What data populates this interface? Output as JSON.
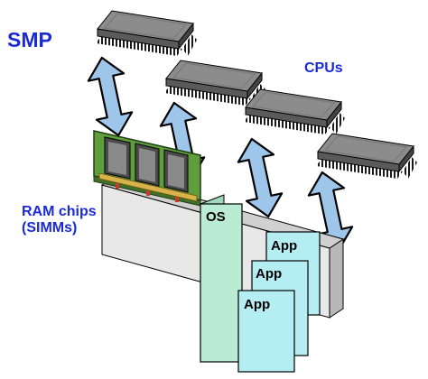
{
  "title": "SMP",
  "labels": {
    "cpus": "CPUs",
    "ram_line1": "RAM chips",
    "ram_line2": "(SIMMs)"
  },
  "modules": {
    "os": "OS",
    "app1": "App",
    "app2": "App",
    "app3": "App"
  },
  "colors": {
    "label_blue": "#1a2bd6",
    "cpu_gray": "#8c8c8c",
    "arrow_blue": "#9ec6ea",
    "module_fill": "#b9ecd3",
    "app_fill": "#b5eef2",
    "board_green": "#5f9e3c"
  },
  "icons": [
    "cpu-chip-icon",
    "bidirectional-arrow-icon",
    "ram-simm-icon"
  ]
}
